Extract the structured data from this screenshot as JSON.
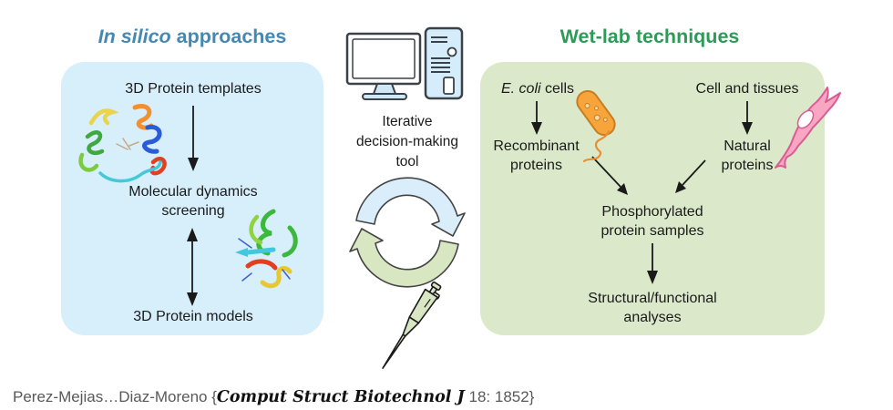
{
  "left_panel": {
    "title_italic": "In silico",
    "title_rest": " approaches",
    "nodes": {
      "templates": "3D Protein templates",
      "md_screening": "Molecular dynamics screening",
      "models": "3D Protein models"
    }
  },
  "center": {
    "tool_line1": "Iterative",
    "tool_line2": "decision-making",
    "tool_line3": "tool"
  },
  "right_panel": {
    "title": "Wet-lab techniques",
    "nodes": {
      "ecoli_italic": "E. coli",
      "ecoli_rest": " cells",
      "cell_tissues": "Cell and tissues",
      "recombinant": "Recombinant proteins",
      "natural": "Natural proteins",
      "phospho": "Phosphorylated protein samples",
      "structural": "Structural/functional analyses"
    }
  },
  "citation": {
    "prefix": "Perez-Mejias…Diaz-Moreno {",
    "journal": "Comput Struct Biotechnol J",
    "suffix": " 18: 1852}"
  },
  "colors": {
    "insilico_title": "#4589B2",
    "wetlab_title": "#2E9A57",
    "insilico_box": "#D7EEFB",
    "wetlab_box": "#DBE9CA",
    "cycle_blue": "#D9EDFB",
    "cycle_green": "#D8E6C2",
    "computer_fill": "#D5ECFA",
    "pipette_fill": "#D8E6C4",
    "bacterium_orange": "#F7A43B",
    "cell_pink": "#F9A6C3",
    "arrow_black": "#1A1A1A"
  },
  "icons": {
    "computer": "desktop-computer-icon",
    "cycle": "iterative-cycle-arrows-icon",
    "pipette": "micropipette-icon",
    "bacterium": "ecoli-bacterium-icon",
    "cell": "fibroblast-cell-icon",
    "protein_left": "protein-ribbon-structure-image",
    "protein_right": "protein-ribbon-structure-image"
  }
}
